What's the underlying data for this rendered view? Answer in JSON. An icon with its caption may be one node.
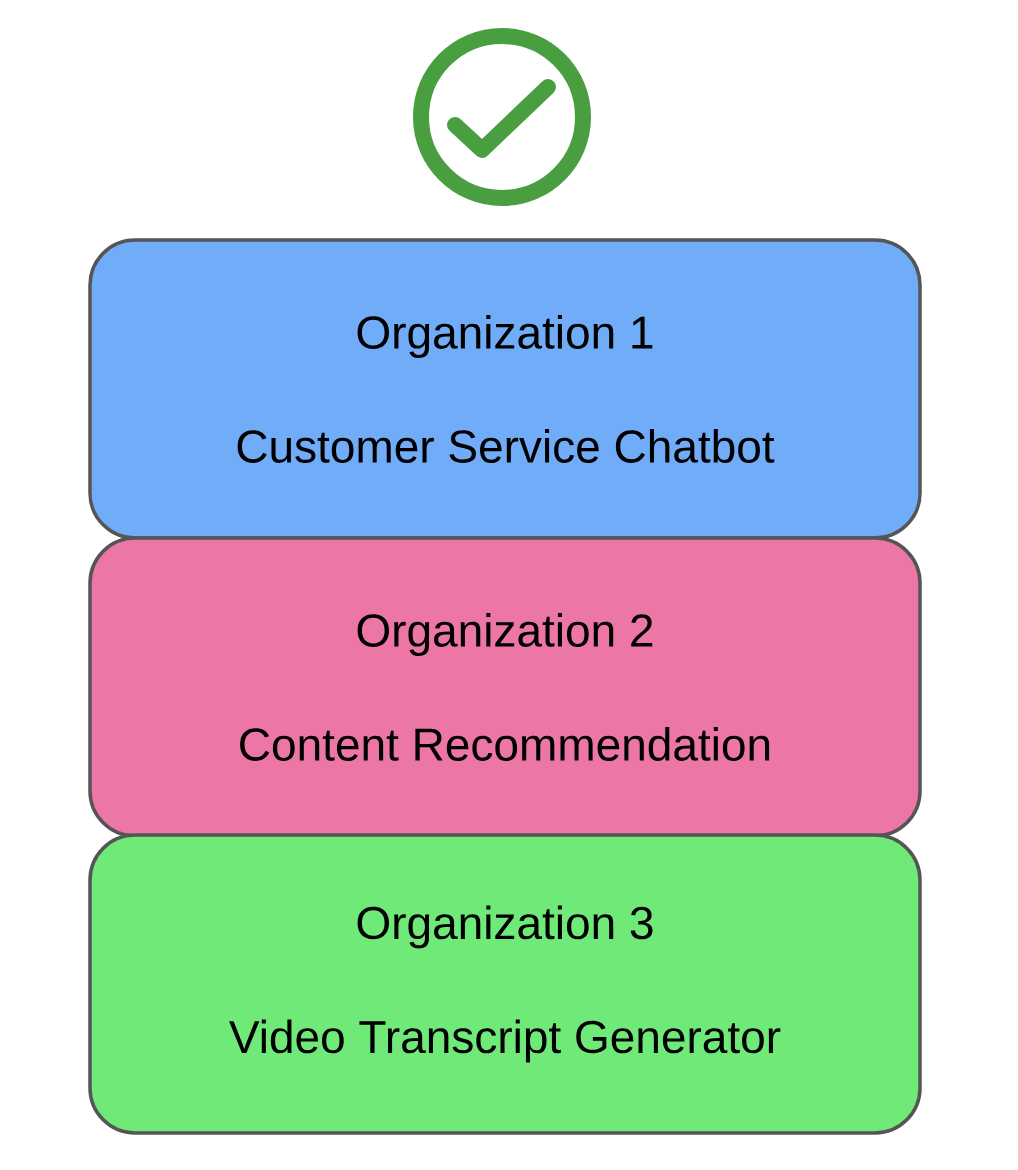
{
  "diagram": {
    "nodes": [
      {
        "text": [
          "Organization 1",
          "Customer Service Chatbot"
        ]
      },
      {
        "text": [
          "Organization 2",
          "Content Recommendation"
        ]
      },
      {
        "text": [
          "Organization 3",
          "Video Transcript Generator"
        ]
      }
    ]
  }
}
